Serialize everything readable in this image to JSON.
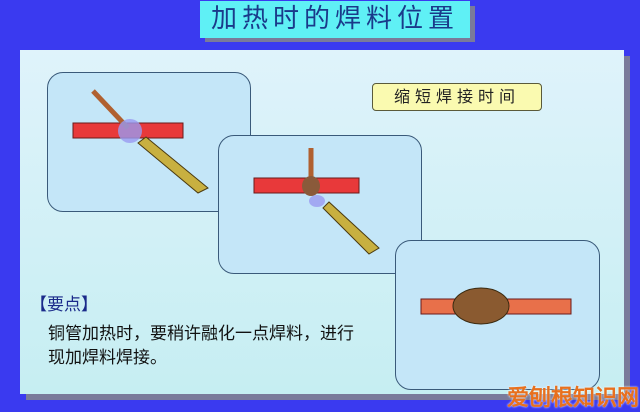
{
  "title": "加热时的焊料位置",
  "tag_label": "缩短焊接时间",
  "key_point": "【要点】",
  "description": "铜管加热时，要稍许融化一点焊料，进行现加焊料焊接。",
  "watermark": "爱刨根知识网",
  "colors": {
    "background": "#3a3af0",
    "title_bg": "#5ff0f5",
    "pipe": "#e8393a",
    "card": "#c4e6f8",
    "label_bg": "#fafab0"
  }
}
